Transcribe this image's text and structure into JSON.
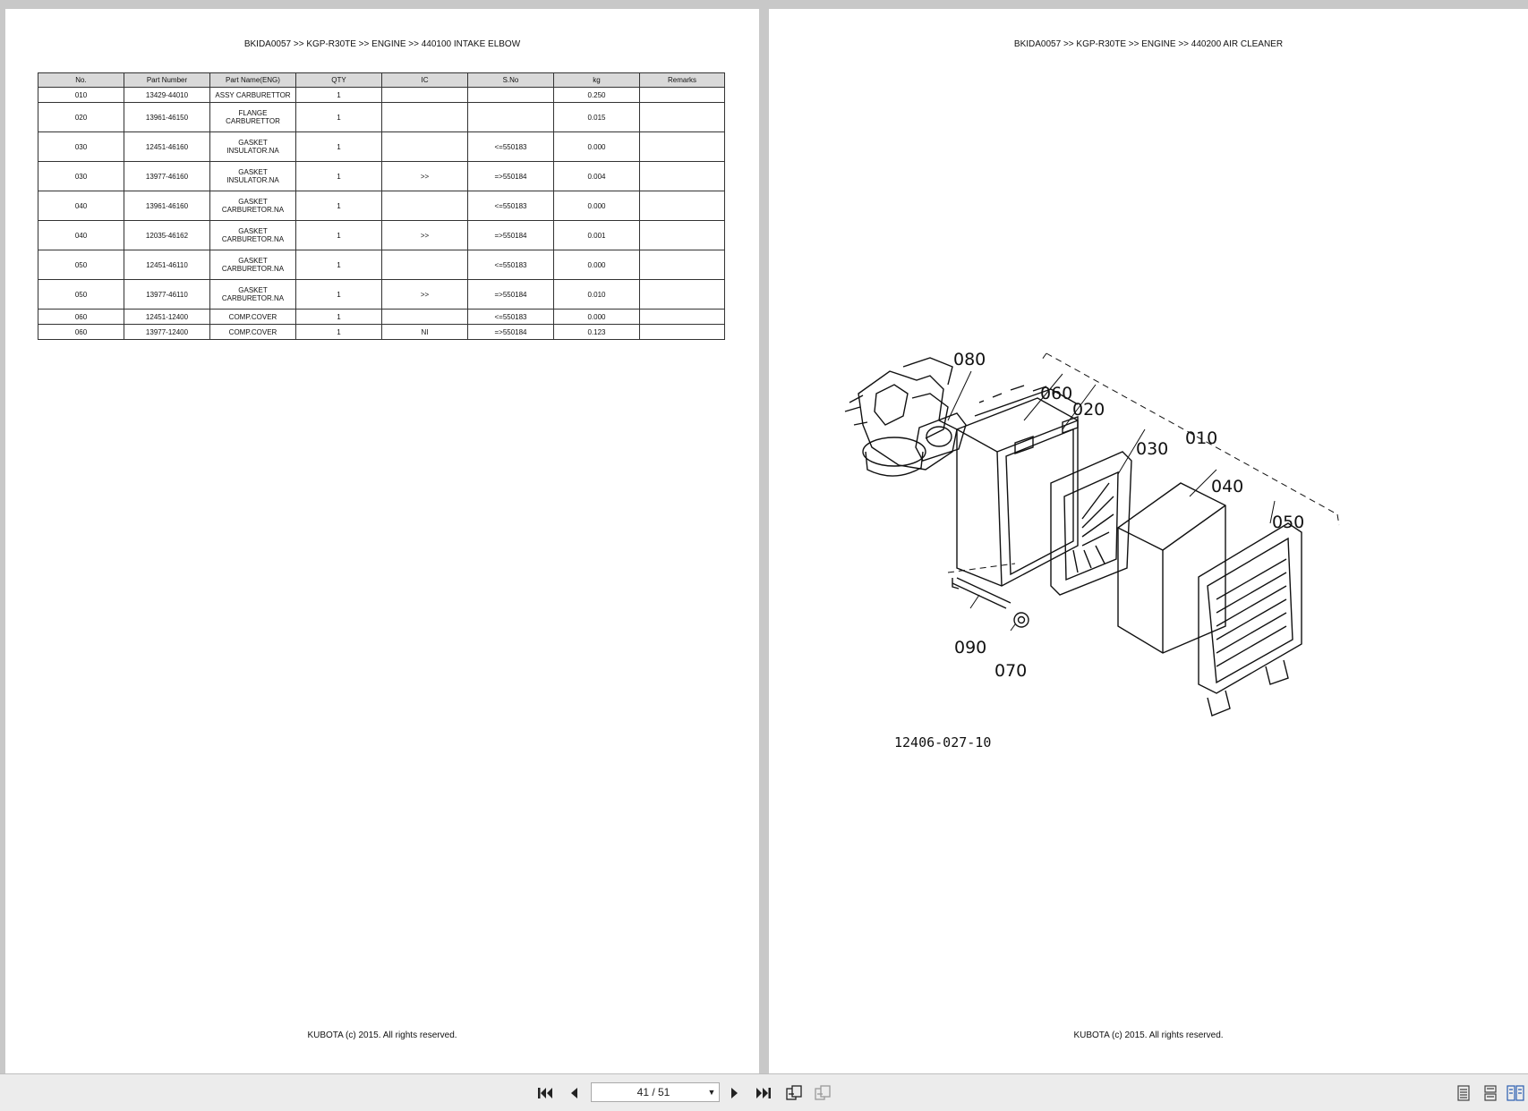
{
  "left_page": {
    "breadcrumb": "BKIDA0057 >> KGP-R30TE >> ENGINE >> 440100   INTAKE ELBOW",
    "columns": [
      "No.",
      "Part Number",
      "Part Name(ENG)",
      "QTY",
      "IC",
      "S.No",
      "kg",
      "Remarks"
    ],
    "rows": [
      {
        "no": "010",
        "part_number": "13429-44010",
        "name": [
          "ASSY CARBURETTOR"
        ],
        "qty": "1",
        "ic": "",
        "sno": "",
        "kg": "0.250",
        "remarks": ""
      },
      {
        "no": "020",
        "part_number": "13961-46150",
        "name": [
          "FLANGE",
          "CARBURETTOR"
        ],
        "qty": "1",
        "ic": "",
        "sno": "",
        "kg": "0.015",
        "remarks": ""
      },
      {
        "no": "030",
        "part_number": "12451-46160",
        "name": [
          "GASKET",
          "INSULATOR.NA"
        ],
        "qty": "1",
        "ic": "",
        "sno": "<=550183",
        "kg": "0.000",
        "remarks": ""
      },
      {
        "no": "030",
        "part_number": "13977-46160",
        "name": [
          "GASKET",
          "INSULATOR.NA"
        ],
        "qty": "1",
        "ic": ">>",
        "sno": "=>550184",
        "kg": "0.004",
        "remarks": ""
      },
      {
        "no": "040",
        "part_number": "13961-46160",
        "name": [
          "GASKET",
          "CARBURETOR.NA"
        ],
        "qty": "1",
        "ic": "",
        "sno": "<=550183",
        "kg": "0.000",
        "remarks": ""
      },
      {
        "no": "040",
        "part_number": "12035-46162",
        "name": [
          "GASKET",
          "CARBURETOR.NA"
        ],
        "qty": "1",
        "ic": ">>",
        "sno": "=>550184",
        "kg": "0.001",
        "remarks": ""
      },
      {
        "no": "050",
        "part_number": "12451-46110",
        "name": [
          "GASKET",
          "CARBURETOR.NA"
        ],
        "qty": "1",
        "ic": "",
        "sno": "<=550183",
        "kg": "0.000",
        "remarks": ""
      },
      {
        "no": "050",
        "part_number": "13977-46110",
        "name": [
          "GASKET",
          "CARBURETOR.NA"
        ],
        "qty": "1",
        "ic": ">>",
        "sno": "=>550184",
        "kg": "0.010",
        "remarks": ""
      },
      {
        "no": "060",
        "part_number": "12451-12400",
        "name": [
          "COMP.COVER"
        ],
        "qty": "1",
        "ic": "",
        "sno": "<=550183",
        "kg": "0.000",
        "remarks": ""
      },
      {
        "no": "060",
        "part_number": "13977-12400",
        "name": [
          "COMP.COVER"
        ],
        "qty": "1",
        "ic": "NI",
        "sno": "=>550184",
        "kg": "0.123",
        "remarks": ""
      }
    ],
    "footer": "KUBOTA (c) 2015. All rights reserved."
  },
  "right_page": {
    "breadcrumb": "BKIDA0057 >> KGP-R30TE >> ENGINE >> 440200   AIR CLEANER",
    "diagram": {
      "callouts": [
        "080",
        "060",
        "020",
        "030",
        "010",
        "040",
        "050",
        "090",
        "070"
      ],
      "drawing_number": "12406-027-10"
    },
    "footer": "KUBOTA (c) 2015. All rights reserved."
  },
  "toolbar": {
    "page_indicator": "41 / 51",
    "icons": [
      "first-page-icon",
      "previous-page-icon",
      "next-page-icon",
      "last-page-icon",
      "copy-icon",
      "copy-disabled-icon",
      "single-page-view-icon",
      "continuous-view-icon",
      "two-page-view-icon"
    ]
  }
}
